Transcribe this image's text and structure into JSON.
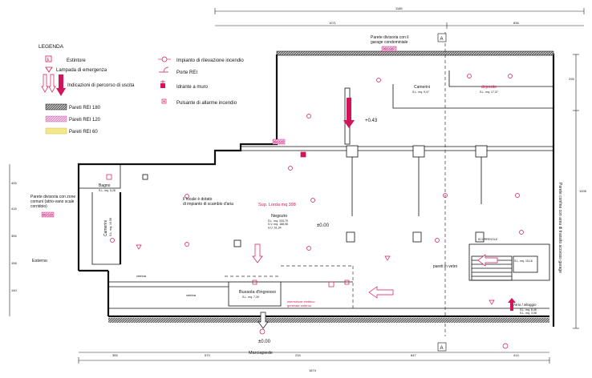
{
  "legend": {
    "title": "LEGENDA",
    "items": {
      "estintore": "Estintore",
      "lampada": "Lampada di emergenza",
      "percorso": "Indicazioni di percorso di uscita",
      "rei180": "Pareti REI 180",
      "rei120": "Pareti REI 120",
      "rei60": "Pareti REI 60",
      "rilevazione": "Impianto di rilevazione incendio",
      "porte": "Porte REI",
      "idrante": "Idrante a muro",
      "pulsante": "Pulsante di allarme incendio"
    }
  },
  "colors": {
    "accent_red": "#d4145a",
    "rei120_fill": "#e9a6d4",
    "rei60_fill": "#f3e98a",
    "rei180_fill": "#777777"
  },
  "dims": {
    "top_total": "1185",
    "top_left": "1071",
    "top_right": "836",
    "right_a": "295",
    "right_b": "1005",
    "left_a": "405",
    "left_b": "415",
    "left_c": "355",
    "left_d": "158",
    "left_e": "140",
    "bottom_total": "1674",
    "bottom_1": "365",
    "bottom_2": "570",
    "bottom_3": "234",
    "bottom_4": "847",
    "bottom_5": "414"
  },
  "labels": {
    "garage_wall": "Parete divisoria con il\ngarage condominiale",
    "rei_garage": "REI 180",
    "camerini_1": "Camerini",
    "camerini_1_data": "S.L. mq. 9,47",
    "deposito": "deposito",
    "deposito_data": "S.L. mq. 17,37",
    "quota_1": "+0.43",
    "rei_mid": "REI 120",
    "bagno": "Bagno",
    "bagno_data": "S.L. mq. 5,28",
    "divisoria": "Parete divisoria con zone\ncomuni (atrio-vano scale\ncorridoio)",
    "rei_divisoria": "REI 120",
    "camerini_2": "Camerini",
    "camerini_2_data": "S.L. mq. 16,38",
    "locale_dotato": "Il locale è dotato\ndi impianto di scambio d'aria",
    "sup_lorda": "Sup. Lorda mq 398",
    "negozio": "Negozio",
    "negozio_data": "S.L. mq. 333,79\nS.V. mq. 188,08\nS.U. 61,34",
    "quota_2": "±0.00",
    "esterno": "Esterno",
    "vetrina": "vetrina",
    "vetrina_2": "vetrina",
    "bussola": "Bussola d'ingresso",
    "bussola_data": "S.L. mq. 7,39",
    "interruttore": "interruttore elettrico\ngenerale esterno",
    "pareti_vetro": "pareti in vetro",
    "scorrevole": "SCORREVOLE",
    "atrio_data": "S.L. mq. 15,16",
    "ascensore": "Atrio / alloggio",
    "ascensore_data": "S.L. mq. 8,46\nS.L. mq. 3,08",
    "quota_3": "±0.00",
    "marciapiede": "Marciapiede",
    "parete_destra": "Parete confine con area di transito accesso garage",
    "sezione_a": "A",
    "sezione_a2": "A"
  }
}
